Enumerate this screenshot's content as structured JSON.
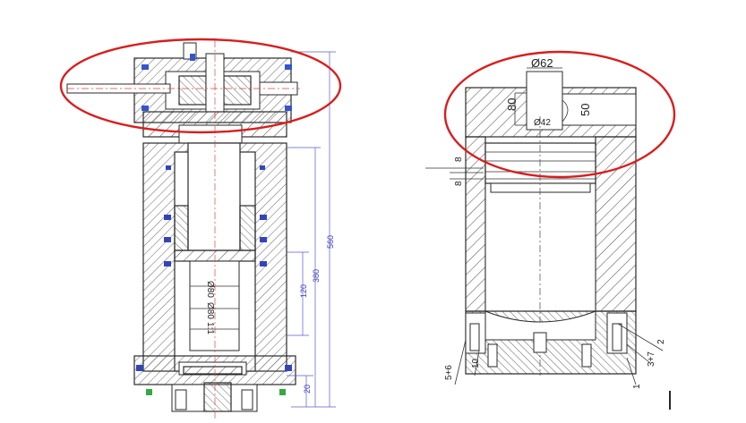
{
  "left_drawing": {
    "dimension_labels": [
      "560",
      "380",
      "120",
      "20"
    ],
    "inner_labels": [
      "Ø80",
      "Ø80",
      "1:1"
    ]
  },
  "right_drawing": {
    "dimension_labels": [
      "Ø62",
      "80",
      "50",
      "Ø42",
      "8",
      "8"
    ],
    "part_numbers": [
      "5+6",
      "10",
      "2",
      "3+7",
      "1"
    ]
  },
  "colors": {
    "highlight": "#d81e1e",
    "dimension": "#5a5ad0",
    "centerline": "#d44"
  }
}
